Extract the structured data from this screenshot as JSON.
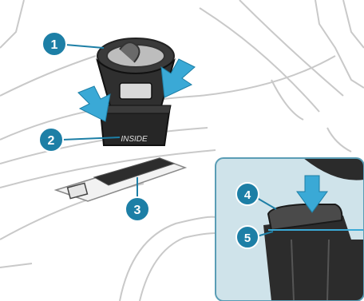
{
  "colors": {
    "callout_fill": "#1d7fa6",
    "callout_text": "#ffffff",
    "arrow_fill": "#3aa9d6",
    "line_color": "#c8c8c8",
    "inset_bg": "#cfe3ea",
    "holder_dark": "#2a2a2a"
  },
  "callouts": [
    {
      "id": "1",
      "label": "1"
    },
    {
      "id": "2",
      "label": "2"
    },
    {
      "id": "3",
      "label": "3"
    },
    {
      "id": "4",
      "label": "4"
    },
    {
      "id": "5",
      "label": "5"
    }
  ],
  "holder_text": "INSIDE"
}
